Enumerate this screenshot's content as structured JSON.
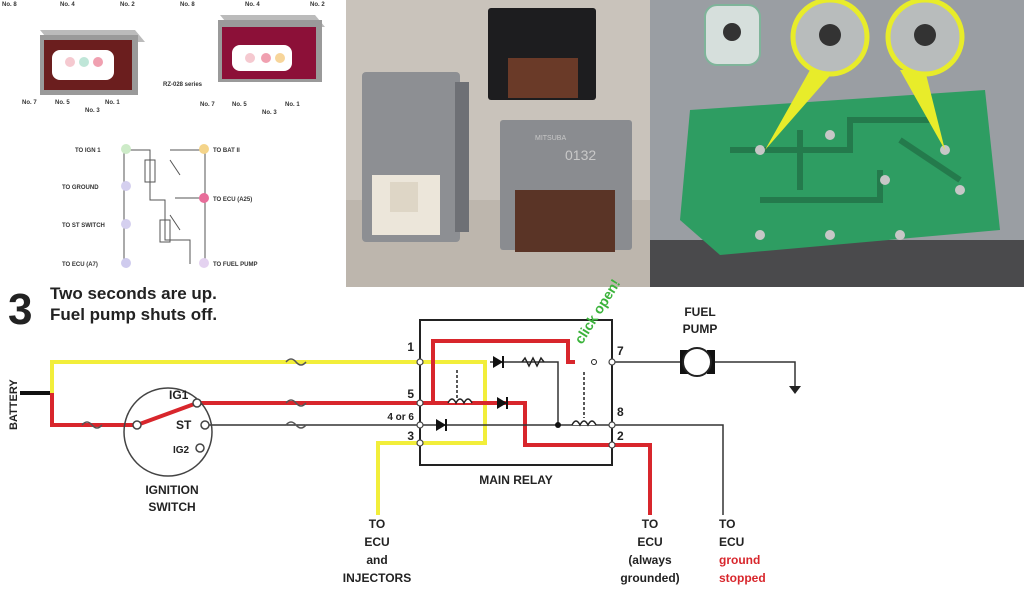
{
  "pinout_panel": {
    "left_relay_labels": [
      "No. 8",
      "No. 4",
      "No. 2",
      "No. 7",
      "No. 5",
      "No. 3",
      "No. 1"
    ],
    "right_relay_labels": [
      "No. 8",
      "No. 4",
      "No. 2",
      "No. 7",
      "No. 5",
      "No. 3",
      "No. 1"
    ],
    "series_label": "RZ-028 series",
    "schematic_labels": [
      "TO IGN 1",
      "TO GROUND",
      "TO ST SWITCH",
      "TO ECU (A7)",
      "TO BAT II",
      "TO ECU (A25)",
      "TO FUEL PUMP"
    ]
  },
  "relay_photo": {
    "marking": "0132",
    "brand": "MITSUBA"
  },
  "step": {
    "number": "3",
    "line1": "Two seconds are up.",
    "line2": "Fuel pump shuts off."
  },
  "diagram": {
    "battery": "BATTERY",
    "ignition": {
      "ig1": "IG1",
      "st": "ST",
      "ig2": "IG2",
      "label1": "IGNITION",
      "label2": "SWITCH"
    },
    "relay_label": "MAIN RELAY",
    "pins": {
      "p1": "1",
      "p5": "5",
      "p46": "4 or 6",
      "p3": "3",
      "p7": "7",
      "p8": "8",
      "p2": "2"
    },
    "click_open": "click open!",
    "fuel_pump": [
      "FUEL",
      "PUMP"
    ],
    "outputs": [
      {
        "lines": [
          "TO",
          "ECU",
          "and",
          "INJECTORS"
        ]
      },
      {
        "lines": [
          "TO",
          "ECU",
          "(always",
          "grounded)"
        ]
      },
      {
        "lines": [
          "TO",
          "ECU"
        ],
        "red_lines": [
          "ground",
          "stopped"
        ]
      }
    ],
    "colors": {
      "yellow": "#f2ee3a",
      "red": "#d8262c",
      "black": "#333333",
      "green": "#3bb33b"
    }
  }
}
